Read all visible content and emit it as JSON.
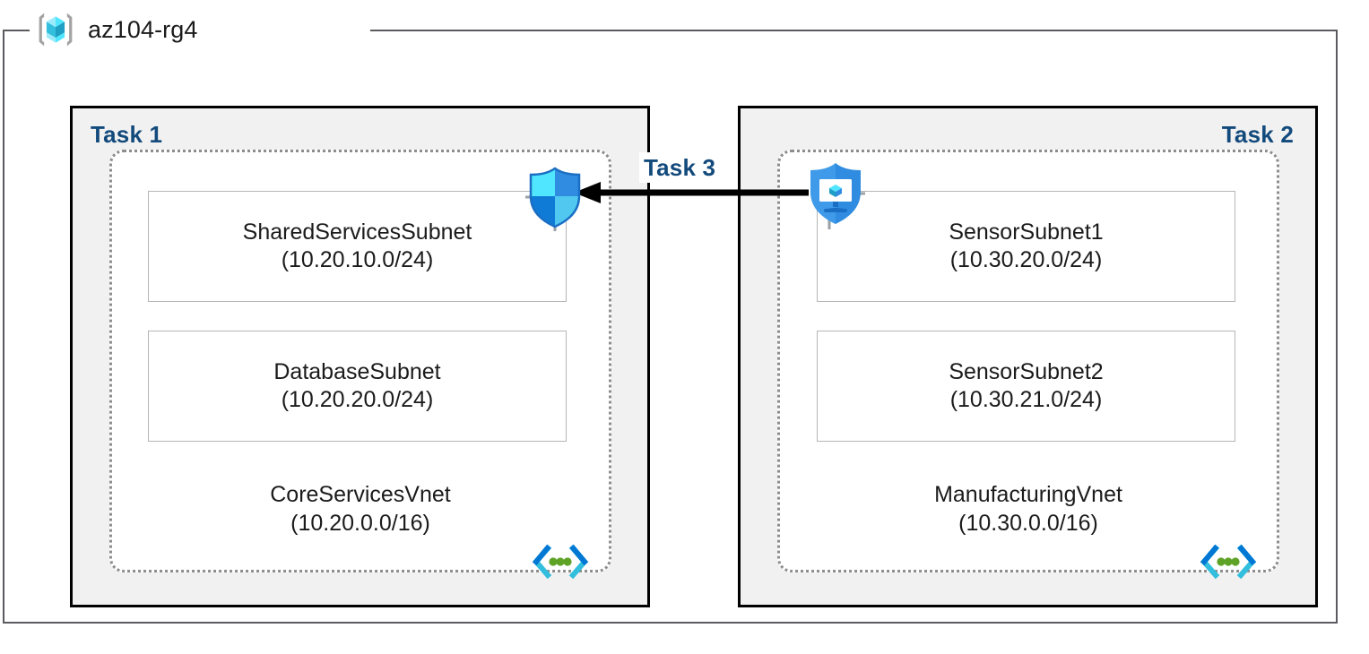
{
  "resource_group": {
    "name": "az104-rg4",
    "icon": "resource-group-cube-icon"
  },
  "tasks": [
    {
      "id": "task1",
      "label": "Task 1",
      "align": "left"
    },
    {
      "id": "task2",
      "label": "Task 2",
      "align": "right"
    },
    {
      "id": "task3",
      "label": "Task 3"
    }
  ],
  "vnets": [
    {
      "id": "vnet1",
      "name": "CoreServicesVnet",
      "cidr": "(10.20.0.0/16)",
      "icon": "virtual-network-icon",
      "subnets": [
        {
          "name": "SharedServicesSubnet",
          "cidr": "(10.20.10.0/24)"
        },
        {
          "name": "DatabaseSubnet",
          "cidr": "(10.20.20.0/24)"
        }
      ]
    },
    {
      "id": "vnet2",
      "name": "ManufacturingVnet",
      "cidr": "(10.30.0.0/16)",
      "icon": "virtual-network-icon",
      "subnets": [
        {
          "name": "SensorSubnet1",
          "cidr": "(10.30.20.0/24)"
        },
        {
          "name": "SensorSubnet2",
          "cidr": "(10.30.21.0/24)"
        }
      ]
    }
  ],
  "icons": {
    "firewall": "firewall-shield-icon",
    "bastion": "bastion-shield-monitor-icon",
    "peering_arrow": "peering-arrow-left-icon"
  },
  "colors": {
    "task_label": "#134a7c",
    "task_box_fill": "#f1f1f1",
    "task_box_border": "#000000",
    "vnet_border": "#8d8d8d",
    "subnet_border": "#b5b5b5",
    "rg_border": "#5b5b5f",
    "azure_blue": "#0078d4",
    "cyan": "#32bedd",
    "green_dot": "#5ea226"
  }
}
